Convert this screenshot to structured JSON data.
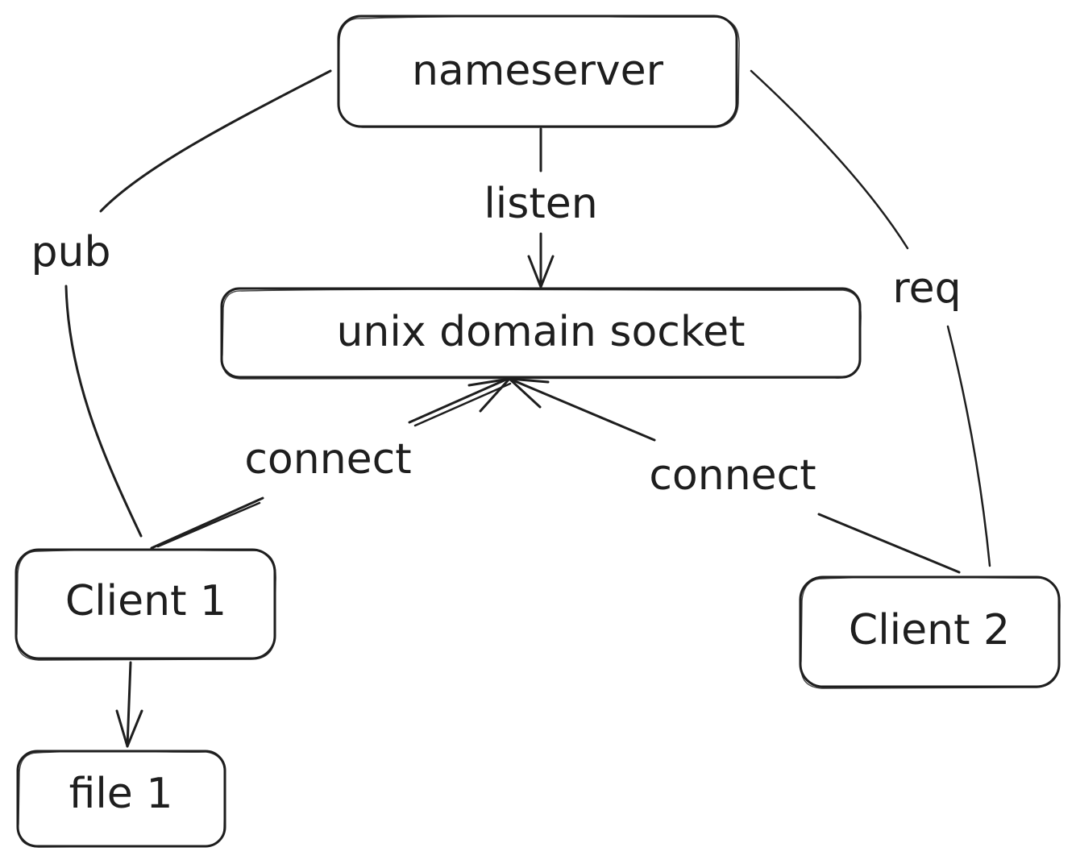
{
  "colors": {
    "stroke": "#1e1e1e",
    "background": "#ffffff"
  },
  "nodes": {
    "nameserver": "nameserver",
    "socket": "unix domain socket",
    "client1": "Client 1",
    "client2": "Client 2",
    "file1": "file 1"
  },
  "edges": {
    "listen": "listen",
    "pub": "pub",
    "req": "req",
    "connect_left": "connect",
    "connect_right": "connect"
  }
}
